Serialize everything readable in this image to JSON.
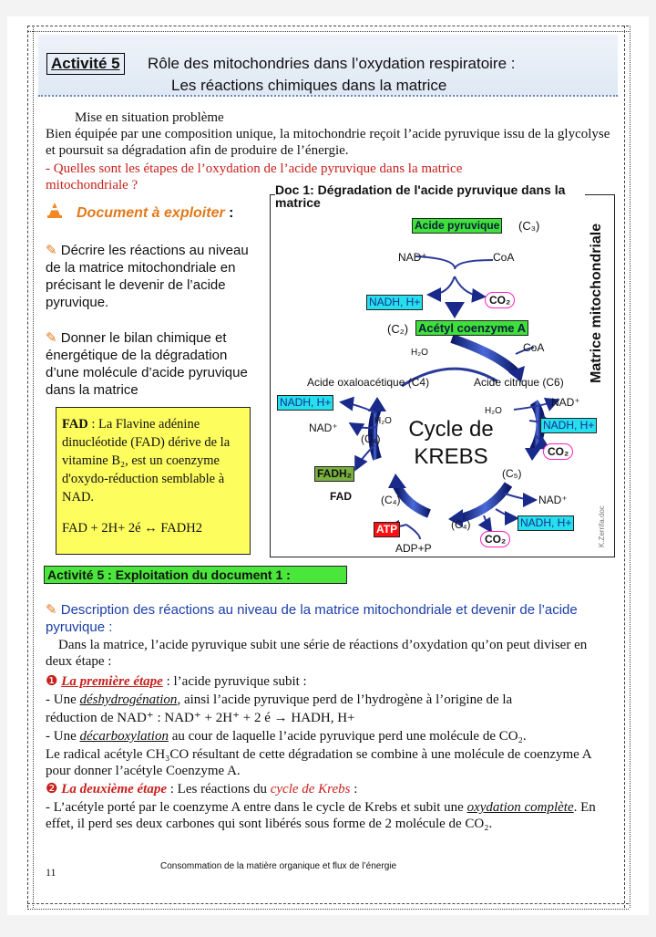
{
  "header": {
    "activity": "Activité 5",
    "title_line1": "Rôle des mitochondries dans l’oxydation respiratoire :",
    "title_line2": "Les réactions chimiques dans la matrice"
  },
  "intro": {
    "situation": "Mise en situation problème",
    "paragraph": "Bien équipée par une composition unique, la mitochondrie reçoit l’acide pyruvique issu de la glycolyse et poursuit sa dégradation afin de produire de l’énergie.",
    "question": "- Quelles sont les étapes de l’oxydation de l’acide pyruvique dans la matrice mitochondriale ?"
  },
  "left": {
    "doc_heading": "Document à exploiter",
    "task1": "Décrire les réactions au niveau de la matrice mitochondriale en précisant le devenir de l’acide pyruvique.",
    "task2": "Donner le bilan chimique et énergétique de la dégradation d’une molécule d’acide pyruvique dans la matrice"
  },
  "fad": {
    "term": "FAD",
    "definition": " : La Flavine adénine dinucléotide (FAD) dérive de la vitamine B₂, est un coenzyme d'oxydo-réduction semblable à NAD.",
    "equation": "FAD + 2H+ 2é ↔ FADH2"
  },
  "diagram": {
    "title": "Doc 1: Dégradation de l'acide pyruvique dans la matrice",
    "side_label": "Matrice mitochondriale",
    "pyruvic": "Acide pyruvique",
    "c3": "(C₃)",
    "nad_plus": "NAD⁺",
    "coa": "CoA",
    "nadh": "NADH, H+",
    "co2": "CO₂",
    "c2": "(C₂)",
    "acetyl": "Acétyl coenzyme A",
    "h2o": "H₂O",
    "oxalo": "Acide oxaloacétique (C4)",
    "citric": "Acide citrique (C6)",
    "c4": "(C₄)",
    "c5": "(C₅)",
    "cycle_line1": "Cycle de",
    "cycle_line2": "KREBS",
    "fadh2": "FADH₂",
    "fad": "FAD",
    "atp": "ATP",
    "adp": "ADP+P",
    "credit": "K.Zerrifa.doc"
  },
  "exploitation": {
    "heading": "Activité 5 : Exploitation du document 1 :",
    "desc_heading": "Description des réactions au niveau de la matrice mitochondriale et devenir de l’acide pyruvique :",
    "p1": "Dans la matrice, l’acide pyruvique subit une série de réactions d’oxydation qu’on peut diviser en deux étape :",
    "step1_label": "La première étape",
    "step1_text": " : l’acide pyruvique subit :",
    "dehydro_pre": "- Une ",
    "dehydro_word": "déshydrogénation",
    "dehydro_post": ", ainsi l’acide pyruvique perd de l’hydrogène à l’origine de la",
    "reaction": "réduction de NAD⁺ :    NAD⁺ + 2H⁺ + 2 é  → HADH, H+",
    "decarb_pre": "- Une ",
    "decarb_word": "décarboxylation",
    "decarb_post": " au cour de laquelle l’acide pyruvique perd une molécule de CO₂.",
    "acetyl_text": "Le radical acétyle CH₃CO résultant de cette dégradation se combine à une molécule de coenzyme A pour donner l’acétyle Coenzyme A.",
    "step2_label": "La deuxième étape",
    "step2_mid": " : Les réactions du ",
    "step2_krebs": "cycle de Krebs",
    "step2_end": " :",
    "final_pre": "- L’acétyle porté par le coenzyme A entre dans le cycle de Krebs et subit une ",
    "final_word": "oxydation complète",
    "final_post": ". En effet, il perd ses deux carbones qui sont libérés sous forme de 2 molécule de CO₂."
  },
  "footer": {
    "page": "11",
    "text": "Consommation de la matière organique et flux de l’énergie"
  }
}
